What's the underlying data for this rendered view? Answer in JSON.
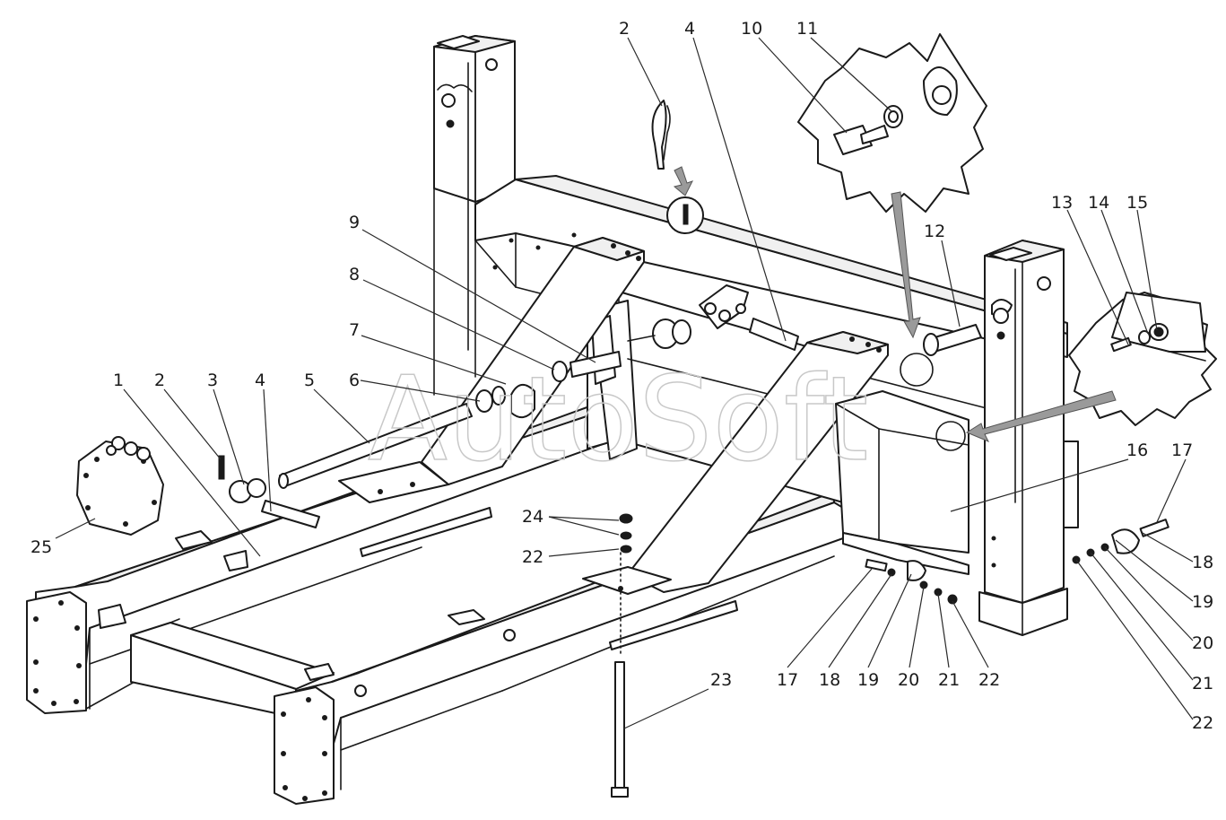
{
  "watermark": "AutoSoft",
  "callouts": [
    {
      "id": "c1",
      "label": "1"
    },
    {
      "id": "c2a",
      "label": "2"
    },
    {
      "id": "c3",
      "label": "3"
    },
    {
      "id": "c4a",
      "label": "4"
    },
    {
      "id": "c5",
      "label": "5"
    },
    {
      "id": "c6",
      "label": "6"
    },
    {
      "id": "c7",
      "label": "7"
    },
    {
      "id": "c8",
      "label": "8"
    },
    {
      "id": "c9",
      "label": "9"
    },
    {
      "id": "c2b",
      "label": "2"
    },
    {
      "id": "c4b",
      "label": "4"
    },
    {
      "id": "c10",
      "label": "10"
    },
    {
      "id": "c11",
      "label": "11"
    },
    {
      "id": "c12",
      "label": "12"
    },
    {
      "id": "c13",
      "label": "13"
    },
    {
      "id": "c14",
      "label": "14"
    },
    {
      "id": "c15",
      "label": "15"
    },
    {
      "id": "c16",
      "label": "16"
    },
    {
      "id": "c17a",
      "label": "17"
    },
    {
      "id": "c18a",
      "label": "18"
    },
    {
      "id": "c19a",
      "label": "19"
    },
    {
      "id": "c20a",
      "label": "20"
    },
    {
      "id": "c21a",
      "label": "21"
    },
    {
      "id": "c22a",
      "label": "22"
    },
    {
      "id": "c17b",
      "label": "17"
    },
    {
      "id": "c18b",
      "label": "18"
    },
    {
      "id": "c19b",
      "label": "19"
    },
    {
      "id": "c20b",
      "label": "20"
    },
    {
      "id": "c21b",
      "label": "21"
    },
    {
      "id": "c22b",
      "label": "22"
    },
    {
      "id": "c23",
      "label": "23"
    },
    {
      "id": "c24",
      "label": "24"
    },
    {
      "id": "c22c",
      "label": "22"
    },
    {
      "id": "c25",
      "label": "25"
    }
  ]
}
